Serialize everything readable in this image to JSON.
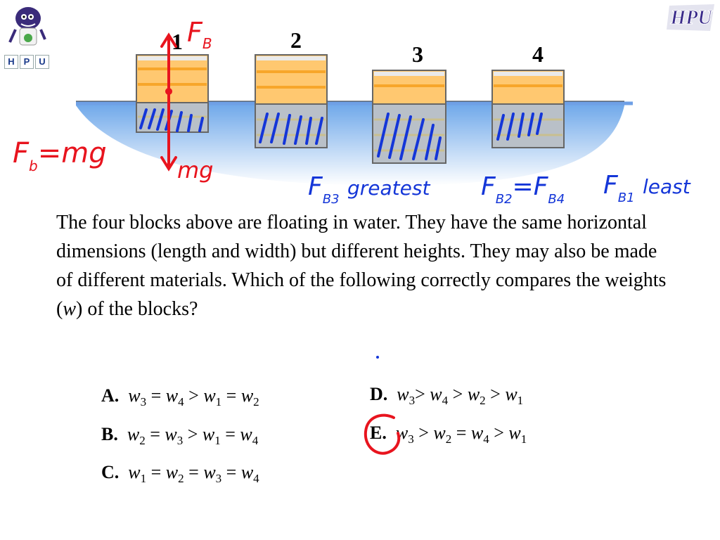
{
  "header": {
    "logo_left": {
      "letters": [
        "H",
        "P",
        "U"
      ]
    },
    "logo_right": {
      "text": "HPU"
    }
  },
  "diagram": {
    "block_numbers": [
      "1",
      "2",
      "3",
      "4"
    ],
    "colors": {
      "water": "#7fb2ee",
      "block_top": "#ffc86e",
      "block_submerged": "#b8bec7",
      "ink_red": "#e8141e",
      "ink_blue": "#1436d8"
    }
  },
  "question": {
    "text": "The four blocks above are floating in water.  They have the same horizontal dimensions (length and width) but different heights. They may also be made of different materials. Which of the following correctly compares the weights (",
    "var": "w",
    "text_end": ") of the blocks?"
  },
  "choices": {
    "a_letter": "A.",
    "b_letter": "B.",
    "c_letter": "C.",
    "d_letter": "D.",
    "e_letter": "E.",
    "w": "w",
    "eq": " = ",
    "gt": " > ",
    "gt_tight": ">",
    "sub1": "1",
    "sub2": "2",
    "sub3": "3",
    "sub4": "4"
  },
  "annotations": {
    "fb_label": "F",
    "fb_sub": "B",
    "fb_eq_mg": "F",
    "fb_eq_mg_sub": "b",
    "fb_eq_mg_rest": "=mg",
    "mg_label": "mg",
    "fb3": "F",
    "fb3_sub": "B3",
    "fb3_text": "greatest",
    "fb2": "F",
    "fb2_sub": "B2",
    "fb2_eq": "=F",
    "fb4_sub": "B4",
    "fb1": "F",
    "fb1_sub": "B1",
    "fb1_text": "least"
  }
}
